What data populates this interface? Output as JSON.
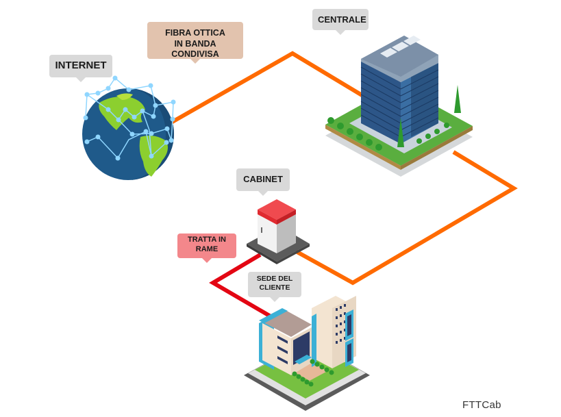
{
  "labels": {
    "internet": "INTERNET",
    "fibra_line1": "FIBRA OTTICA",
    "fibra_line2": "IN BANDA CONDIVISA",
    "centrale": "CENTRALE",
    "cabinet": "CABINET",
    "tratta_line1": "TRATTA IN",
    "tratta_line2": "RAME",
    "sede_line1": "SEDE DEL",
    "sede_line2": "CLIENTE"
  },
  "caption": "FTTCab",
  "colors": {
    "fiber": "#ff6a00",
    "copper": "#e30613",
    "label_gray": "#d9d9d9",
    "label_tan": "#e2c3ae",
    "label_pink": "#f3878b"
  },
  "connections": [
    {
      "from": "internet",
      "to": "centrale",
      "medium": "fiber"
    },
    {
      "from": "centrale",
      "to": "cabinet",
      "medium": "fiber"
    },
    {
      "from": "cabinet",
      "to": "sede-del-cliente",
      "medium": "copper"
    }
  ]
}
